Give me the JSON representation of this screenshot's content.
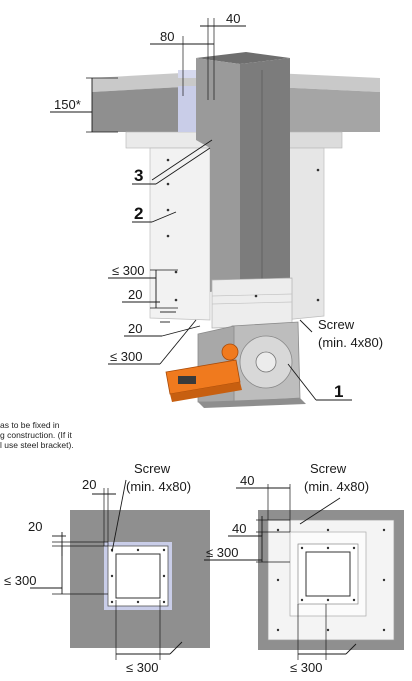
{
  "top_view": {
    "dim_80": "80",
    "dim_40": "40",
    "dim_150": "150*",
    "callout_3": "3",
    "callout_2": "2",
    "callout_1": "1",
    "dim_300_a": "≤ 300",
    "dim_20_a": "20",
    "dim_20_b": "20",
    "dim_300_b": "≤ 300",
    "screw_title": "Screw",
    "screw_spec": "(min. 4x80)",
    "note_lines": [
      "as to be fixed in",
      "g construction. (If it",
      "l use steel bracket)."
    ]
  },
  "left_plan": {
    "dim_20_top": "20",
    "dim_20_side": "20",
    "dim_300_side": "≤ 300",
    "dim_300_bottom": "≤ 300",
    "screw_title": "Screw",
    "screw_spec": "(min. 4x80)"
  },
  "right_plan": {
    "dim_40_top": "40",
    "dim_40_side": "40",
    "dim_300_side": "≤ 300",
    "dim_300_bottom": "≤ 300",
    "screw_title": "Screw",
    "screw_spec": "(min. 4x80)"
  },
  "colors": {
    "concrete": "#8f8f8f",
    "concrete_light": "#b8b8b8",
    "board": "#eeeeee",
    "duct": "#7c7c7c",
    "actuator": "#f07a1e",
    "seal": "#c9cde8"
  }
}
